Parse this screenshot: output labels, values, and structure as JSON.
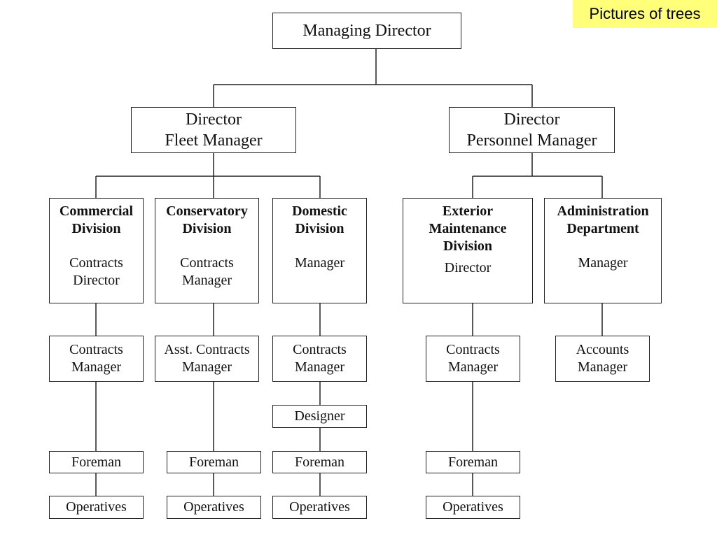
{
  "tag": "Pictures of trees",
  "chart": {
    "root": "Managing Director",
    "directors": {
      "fleet": "Director\nFleet Manager",
      "personnel": "Director\nPersonnel Manager"
    },
    "divisions": {
      "commercial": {
        "name": "Commercial\nDivision",
        "role": "Contracts\nDirector"
      },
      "conservatory": {
        "name": "Conservatory\nDivision",
        "role": "Contracts\nManager"
      },
      "domestic": {
        "name": "Domestic\nDivision",
        "role": "Manager"
      },
      "exterior": {
        "name": "Exterior\nMaintenance\nDivision",
        "role": "Director"
      },
      "administration": {
        "name": "Administration\nDepartment",
        "role": "Manager"
      }
    },
    "managers": {
      "commercial": "Contracts\nManager",
      "conservatory": "Asst. Contracts\nManager",
      "domestic": "Contracts\nManager",
      "exterior": "Contracts\nManager",
      "administration": "Accounts\nManager"
    },
    "designer": "Designer",
    "foreman": "Foreman",
    "operatives": "Operatives"
  }
}
